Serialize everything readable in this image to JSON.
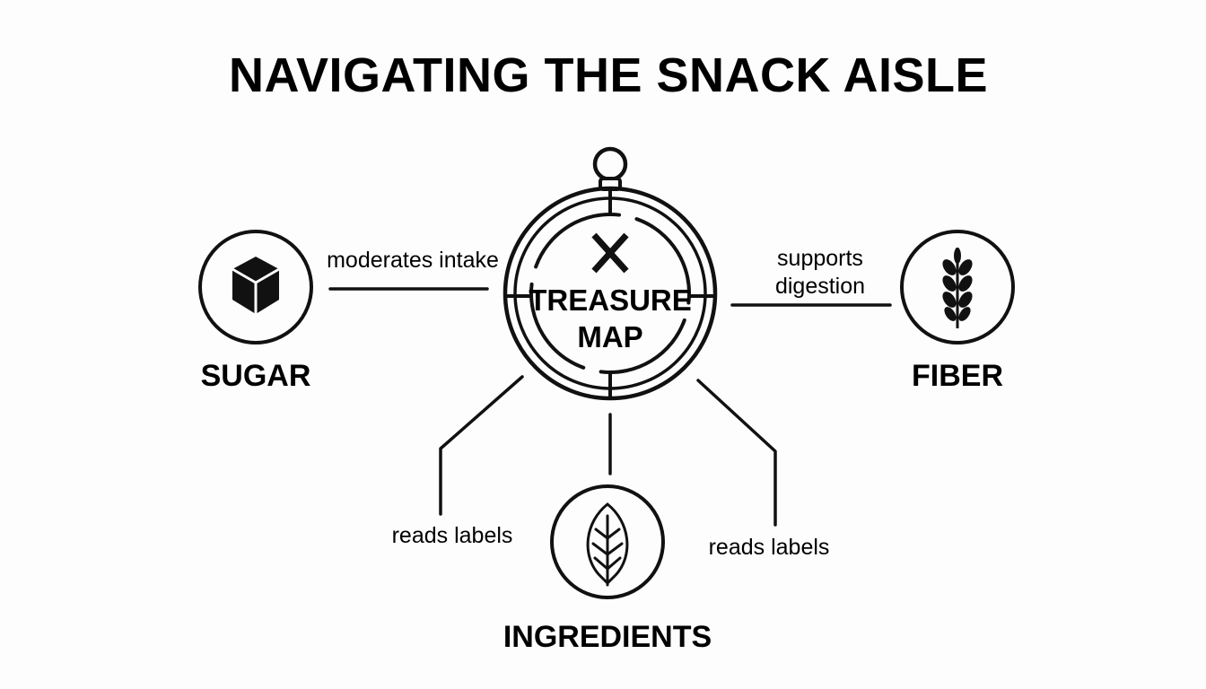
{
  "title": "NAVIGATING THE SNACK AISLE",
  "center": {
    "line1": "TREASURE",
    "line2": "MAP",
    "icon": "compass-x-icon"
  },
  "nodes": {
    "sugar": {
      "label": "SUGAR",
      "icon": "sugar-cube-icon"
    },
    "fiber": {
      "label": "FIBER",
      "icon": "wheat-icon"
    },
    "ingredients": {
      "label": "INGREDIENTS",
      "icon": "leaf-icon"
    }
  },
  "edges": {
    "sugar": {
      "label": "moderates intake"
    },
    "fiber": {
      "line1": "supports",
      "line2": "digestion"
    },
    "ingredients_left": {
      "label": "reads labels"
    },
    "ingredients_right": {
      "label": "reads labels"
    }
  },
  "colors": {
    "ink": "#111111",
    "background": "#fdfdfd"
  }
}
